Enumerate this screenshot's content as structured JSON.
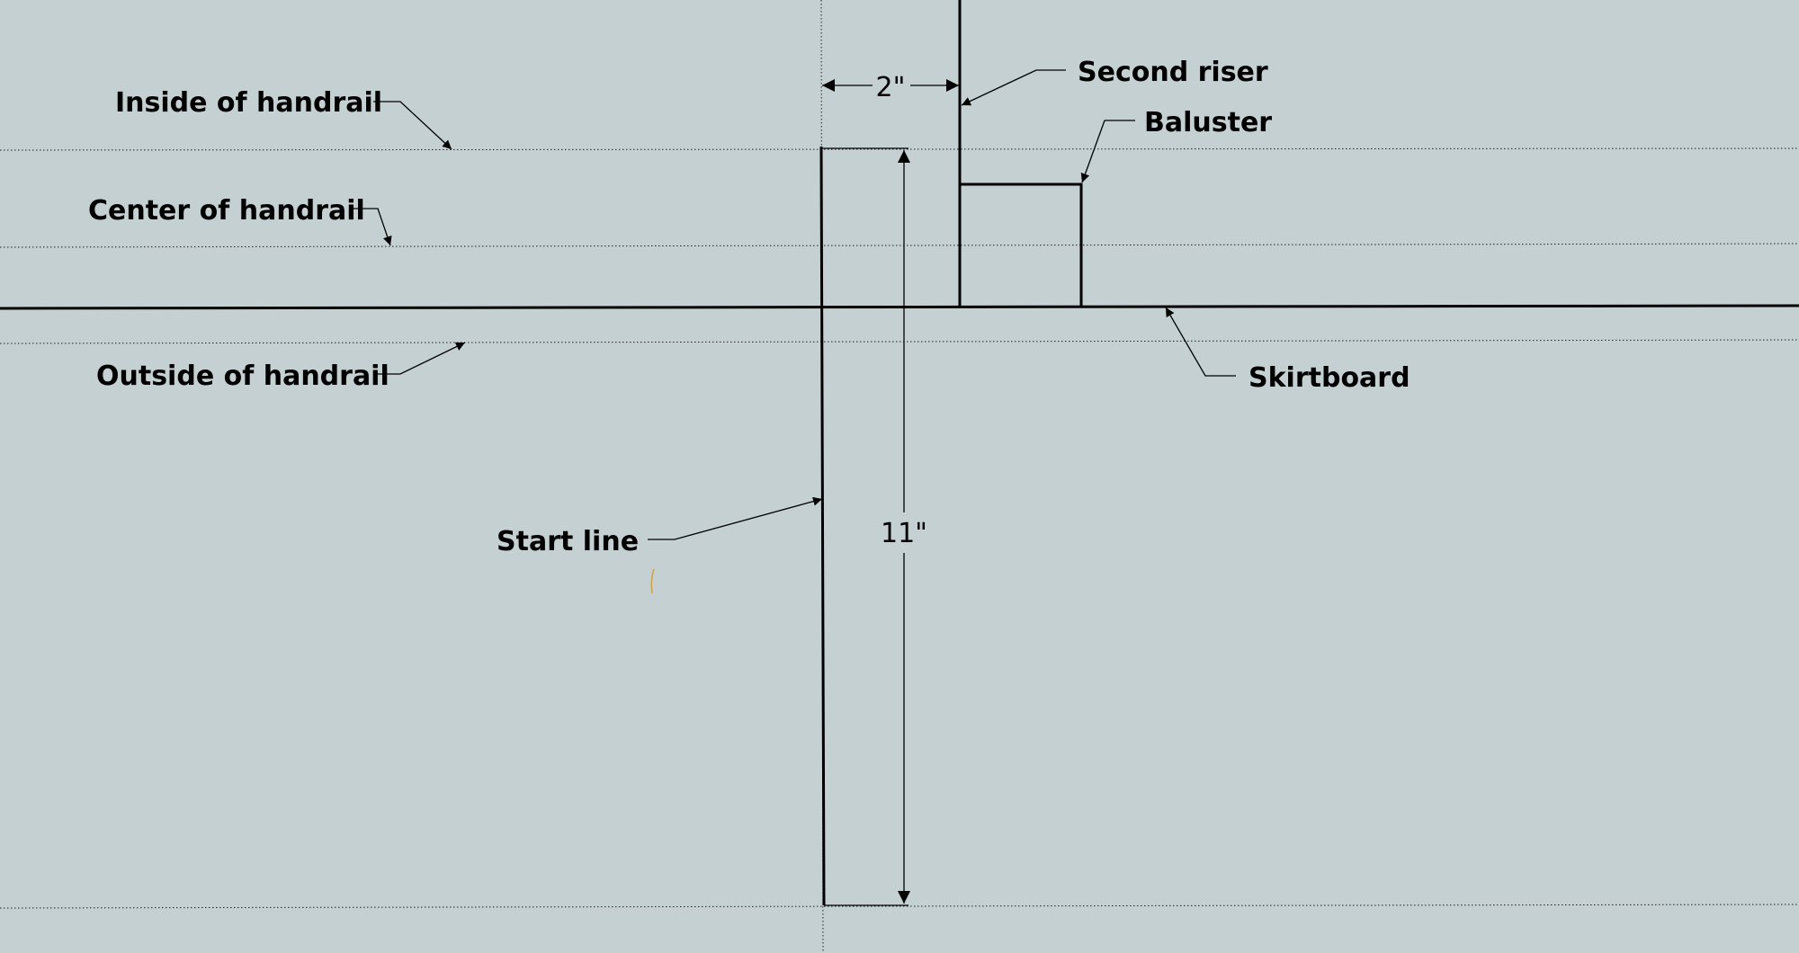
{
  "labels": {
    "inside_of_handrail": "Inside of handrail",
    "center_of_handrail": "Center of handrail",
    "outside_of_handrail": "Outside of handrail",
    "second_riser": "Second riser",
    "baluster": "Baluster",
    "skirtboard": "Skirtboard",
    "start_line": "Start line"
  },
  "dimensions": {
    "riser_offset": "2\"",
    "tread_depth": "11\""
  },
  "colors": {
    "background": "#c4d0d2",
    "line": "#000000",
    "stray_mark": "#d4a040"
  }
}
